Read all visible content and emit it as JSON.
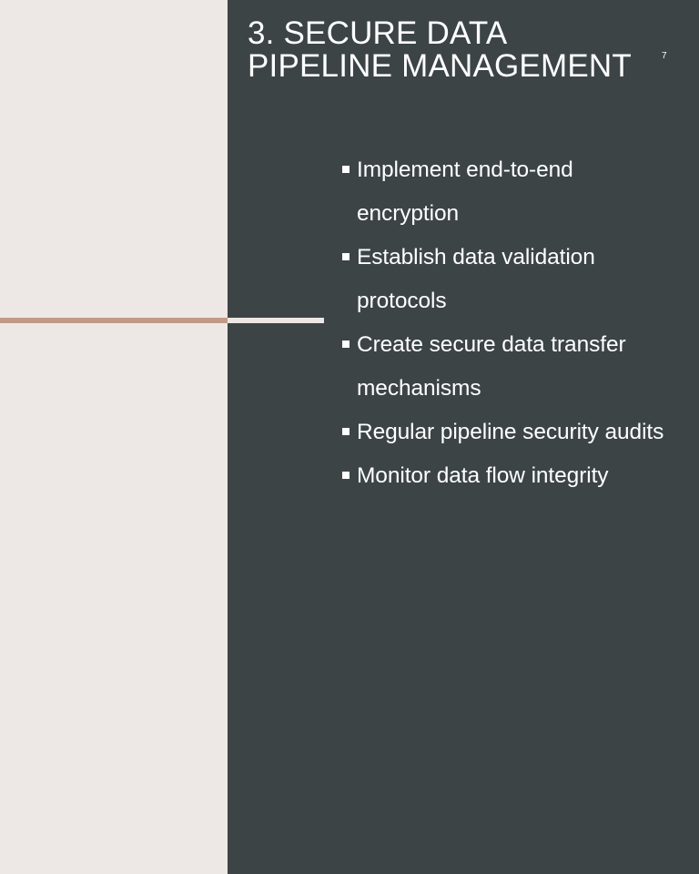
{
  "slide": {
    "title_lines": [
      "3. SECURE DATA",
      "PIPELINE MANAGEMENT"
    ],
    "slide_number": "7",
    "bullets": [
      "Implement end-to-end encryption",
      "Establish data validation protocols",
      "Create secure data transfer mechanisms",
      "Regular pipeline security audits",
      "Monitor data flow integrity"
    ]
  },
  "colors": {
    "left_background": "#ede8e5",
    "right_background": "#3c4446",
    "accent_line": "#c09a86",
    "text": "#ffffff"
  }
}
